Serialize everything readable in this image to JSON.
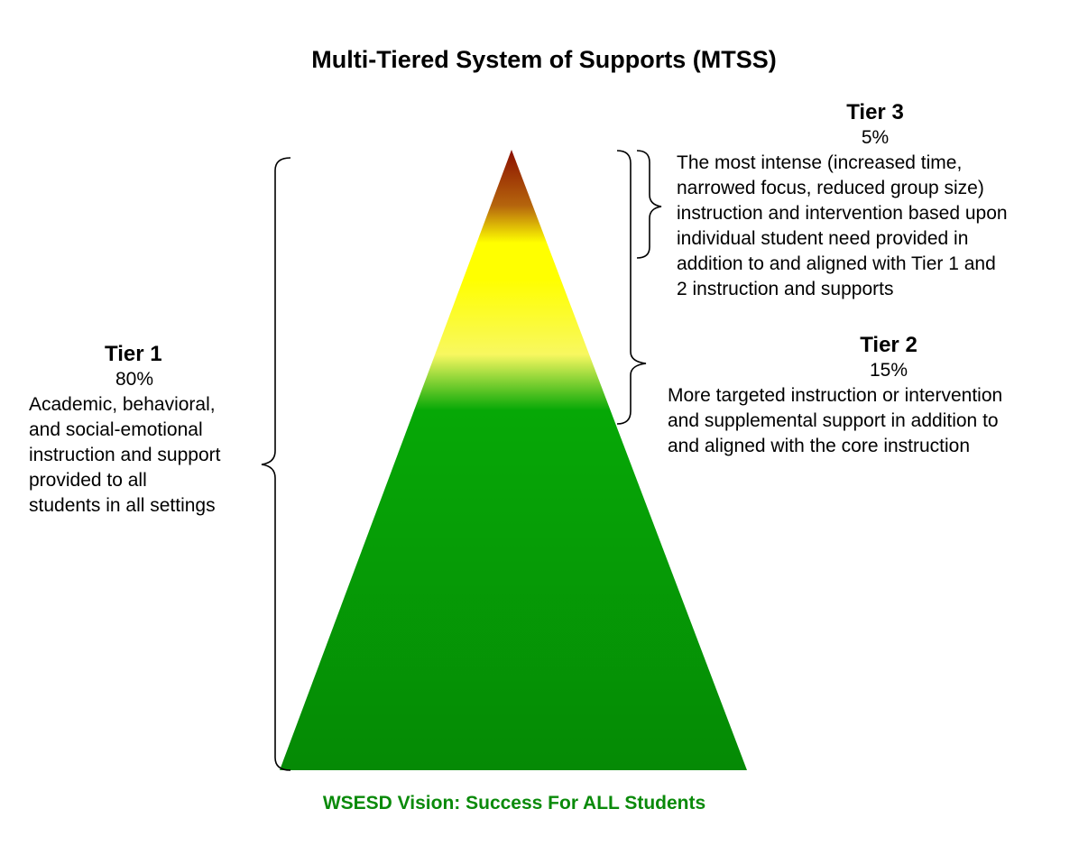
{
  "title": "Multi-Tiered System of Supports (MTSS)",
  "tiers": {
    "tier1": {
      "name": "Tier 1",
      "percent": "80%",
      "description": "Academic, behavioral,\nand social-emotional\ninstruction and support\nprovided to all\nstudents in all settings"
    },
    "tier2": {
      "name": "Tier 2",
      "percent": "15%",
      "description": "More targeted instruction or intervention\nand supplemental support in addition to\nand aligned with the core instruction"
    },
    "tier3": {
      "name": "Tier 3",
      "percent": "5%",
      "description": "The most intense (increased time,\nnarrowed focus, reduced group size)\ninstruction and intervention based upon\nindividual student need provided in\naddition to and aligned with Tier 1 and\n2 instruction and supports"
    }
  },
  "footer": "WSESD Vision: Success For ALL Students",
  "colors": {
    "tier3_top": "#8b0f00",
    "tier3_mid": "#b5650d",
    "tier2": "#ffff00",
    "tier2_light": "#f8f860",
    "tier1": "#06a806",
    "tier1_base": "#058a05",
    "footer_text": "#0a8a0a",
    "bracket": "#000000"
  }
}
